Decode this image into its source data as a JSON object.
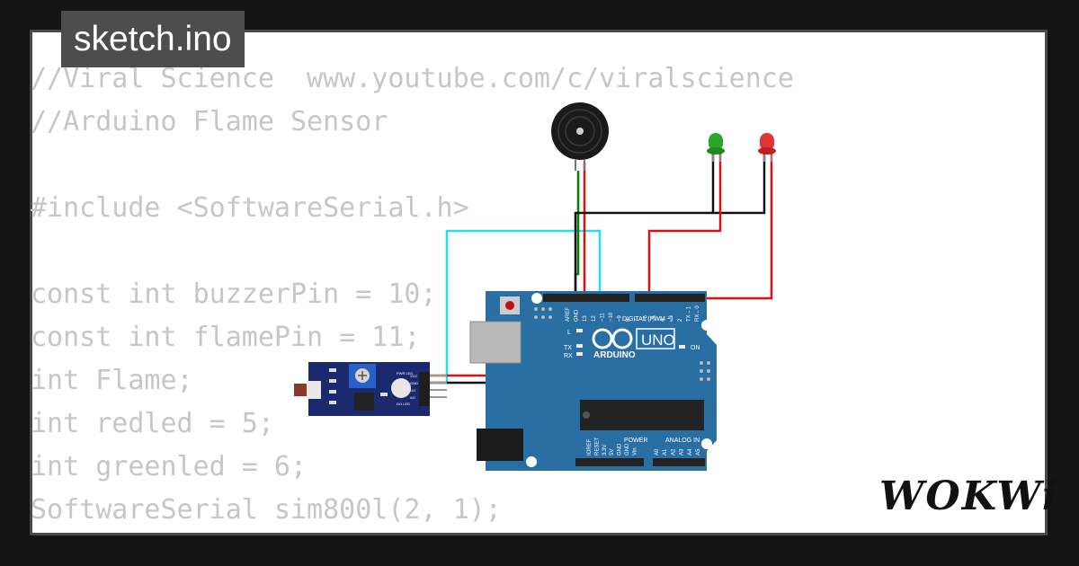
{
  "tab": {
    "title": "sketch.ino"
  },
  "code": {
    "lines": [
      "//Viral Science  www.youtube.com/c/viralscience",
      "//Arduino Flame Sensor",
      "",
      "#include <SoftwareSerial.h>",
      "",
      "const int buzzerPin = 10;",
      "const int flamePin = 11;",
      "int Flame;",
      "int redled = 5;",
      "int greenled = 6;",
      "SoftwareSerial sim800l(2, 1);"
    ]
  },
  "board": {
    "brand": "ARDUINO",
    "model": "UNO",
    "digital_label": "DIGITAL (PWM ~)",
    "analog_label": "ANALOG IN",
    "power_label": "POWER",
    "on_label": "ON",
    "l_label": "L",
    "tx_label": "TX",
    "rx_label": "RX",
    "header_pins": [
      "AREF",
      "GND",
      "13",
      "12",
      "~11",
      "~10",
      "~9",
      "8",
      "7",
      "~6",
      "~5",
      "4",
      "~3",
      "2",
      "TX→1",
      "RX←0"
    ],
    "power_pins": [
      "IOREF",
      "RESET",
      "3.3V",
      "5V",
      "GND",
      "GND",
      "Vin"
    ],
    "analog_pins": [
      "A0",
      "A1",
      "A2",
      "A3",
      "A4",
      "A5"
    ]
  },
  "flame_sensor": {
    "pins": [
      "VCC",
      "GND",
      "DO",
      "AO"
    ],
    "leds": [
      "PWR LED",
      "DO LED"
    ]
  },
  "colors": {
    "background": "#141414",
    "card": "#ffffff",
    "tab": "#4d4d4d",
    "code": "#c6c6c6",
    "board": "#2a6fa4",
    "wire_red": "#e01010",
    "wire_black": "#111111",
    "wire_green": "#0a7a0a",
    "wire_cyan": "#22e0ee"
  },
  "footer": {
    "brand": "WOKWi"
  }
}
